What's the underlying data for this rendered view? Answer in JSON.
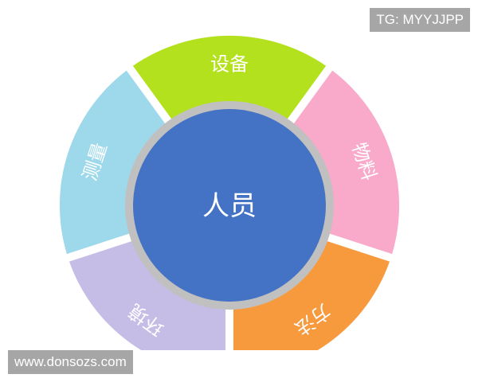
{
  "diagram": {
    "type": "circular-segment-diagram",
    "center": {
      "label": "人员",
      "color": "#4472c4",
      "ring_color": "#c0c0c0"
    },
    "segments": [
      {
        "label": "设备",
        "color": "#b4e11e",
        "text_color": "#f5f2b0"
      },
      {
        "label": "物料",
        "color": "#f9a9c9",
        "text_color": "#ffffff"
      },
      {
        "label": "方法",
        "color": "#f79a3e",
        "text_color": "#fde6b0"
      },
      {
        "label": "环境",
        "color": "#c5bde6",
        "text_color": "#ffffff"
      },
      {
        "label": "测量",
        "color": "#9dd9ea",
        "text_color": "#ffffff"
      }
    ]
  },
  "watermarks": {
    "top_right": "TG: MYYJJPP",
    "bottom_left": "www.donsozs.com"
  }
}
